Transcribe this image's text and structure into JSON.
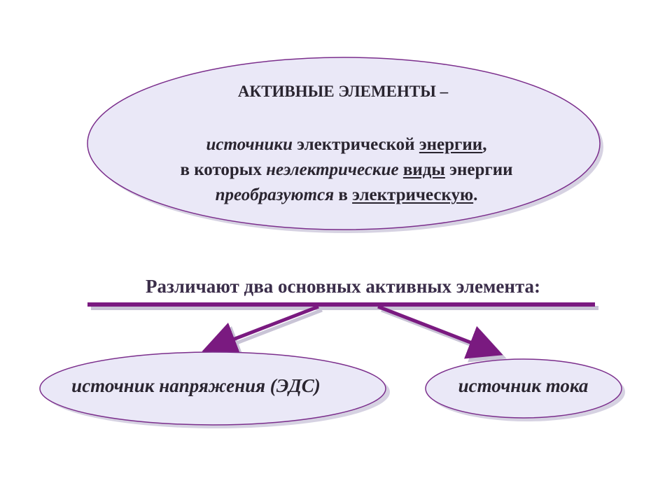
{
  "main_ellipse": {
    "title": "АКТИВНЫЕ ЭЛЕМЕНТЫ –",
    "line1": {
      "w1": "источники",
      "w2": " электрической ",
      "w3": "энергии",
      "w4": ","
    },
    "line2": {
      "w1": "в которых ",
      "w2": "неэлектрические",
      "w3": " ",
      "w4": "виды",
      "w5": " энергии"
    },
    "line3": {
      "w1": "преобразуются",
      "w2": " в ",
      "w3": "электрическую",
      "w4": "."
    }
  },
  "distinguish_text": "Различают два основных активных элемента:",
  "voltage_source": "источник напряжения (ЭДС)",
  "current_source": "источник тока",
  "colors": {
    "ellipse_fill": "#eae8f7",
    "ellipse_stroke": "#7b2e8c",
    "bar": "#7a1a80",
    "shadow": "#c9c4d6"
  }
}
